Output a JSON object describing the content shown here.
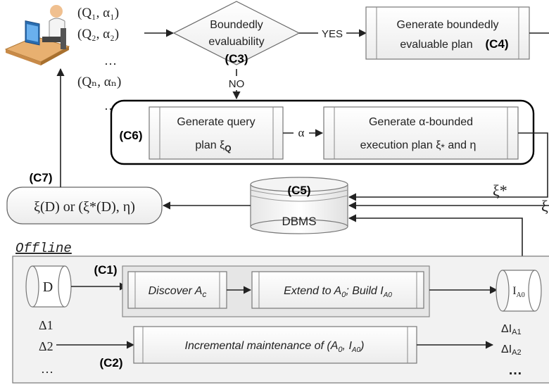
{
  "queries": {
    "q1": "(Q₁, α₁)",
    "q2": "(Q₂, α₂)",
    "dots": "…",
    "qn": "(Qₙ, αₙ)",
    "more": "…"
  },
  "decision": {
    "line1": "Boundedly",
    "line2": "evaluability",
    "tag": "(C3)",
    "yes": "YES",
    "no": "NO"
  },
  "c4": {
    "line1": "Generate boundedly",
    "line2": "evaluable plan",
    "tag": "(C4)"
  },
  "c6": {
    "tag": "(C6)",
    "query_plan_line1": "Generate query",
    "query_plan_line2": "plan ξ",
    "query_plan_sub": "Q",
    "alpha": "α",
    "exec_line1": "Generate α-bounded",
    "exec_line2": "execution plan ξ",
    "exec_sub": "*",
    "exec_tail": " and  η"
  },
  "c7": {
    "tag": "(C7)",
    "result": "ξ(D) or (ξ*(D), η)"
  },
  "dbms": {
    "tag": "(C5)",
    "label": "DBMS",
    "xi_star": "ξ*",
    "xi": "ξ"
  },
  "offline": {
    "title": "Offline",
    "d_label": "D",
    "c1_tag": "(C1)",
    "discover": "Discover A",
    "discover_sub": "c",
    "extend": "Extend to A",
    "extend_sub": "0",
    "extend_tail": "; Build I",
    "extend_tail_sub": "A0",
    "index_label": "I",
    "index_sub": "A0",
    "delta1": "Δ1",
    "delta2": "Δ2",
    "delta_more": "…",
    "maint": "Incremental maintenance of (A",
    "maint_sub": "0",
    "maint_mid": ", I",
    "maint_sub2": "A0",
    "maint_end": ")",
    "c2_tag": "(C2)",
    "dia1": "ΔI",
    "dia1_sub": "A1",
    "dia2": "ΔI",
    "dia2_sub": "A2",
    "dia_more": "…"
  }
}
